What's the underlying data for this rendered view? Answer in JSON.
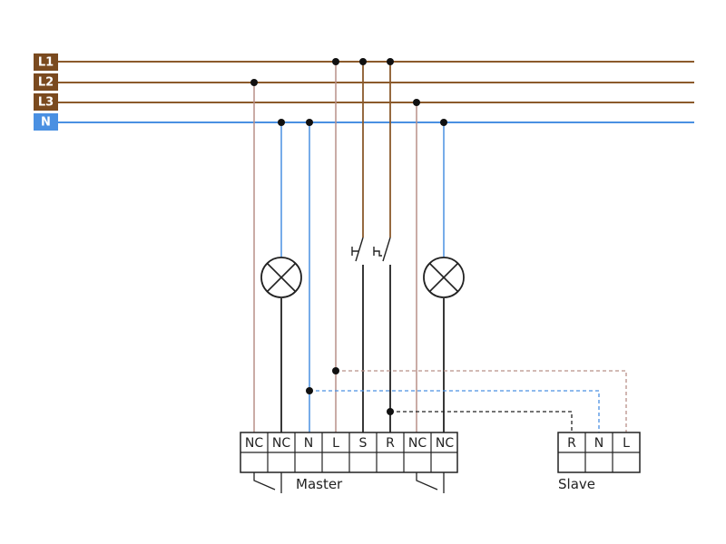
{
  "colors": {
    "phase": "#8b5a2b",
    "neutral": "#4a90e2",
    "wire_brown_light": "#b89088",
    "wire_black": "#222222",
    "badge_brown": "#7a4a1f",
    "badge_blue": "#4a90e2"
  },
  "bus": [
    {
      "label": "L1",
      "type": "phase"
    },
    {
      "label": "L2",
      "type": "phase"
    },
    {
      "label": "L3",
      "type": "phase"
    },
    {
      "label": "N",
      "type": "neutral"
    }
  ],
  "master": {
    "caption": "Master",
    "terminals": [
      "NC",
      "NC",
      "N",
      "L",
      "S",
      "R",
      "NC",
      "NC"
    ]
  },
  "slave": {
    "caption": "Slave",
    "terminals": [
      "R",
      "N",
      "L"
    ]
  },
  "lamps": [
    {
      "name": "lamp-left"
    },
    {
      "name": "lamp-right"
    }
  ],
  "switches": [
    {
      "name": "switch-s",
      "symbol": "H"
    },
    {
      "name": "switch-r",
      "symbol": "h"
    }
  ]
}
